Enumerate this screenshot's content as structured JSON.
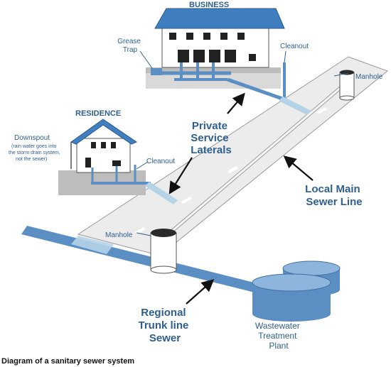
{
  "labels": {
    "business": "BUSINESS",
    "residence": "RESIDENCE",
    "grease_trap": [
      "Grease",
      "Trap"
    ],
    "cleanout_business": "Cleanout",
    "cleanout_residence": "Cleanout",
    "manhole_top": "Manhole",
    "manhole_bottom": "Manhole",
    "downspout": "Downspout",
    "downspout_note": [
      "(rain water goes into",
      "the storm drain system,",
      "not the sewer)"
    ],
    "private_service_laterals": [
      "Private",
      "Service",
      "Laterals"
    ],
    "local_main_sewer_line": [
      "Local Main",
      "Sewer Line"
    ],
    "regional_trunk_line_sewer": [
      "Regional",
      "Trunk line",
      "Sewer"
    ],
    "wastewater_treatment_plant": [
      "Wastewater",
      "Treatment",
      "Plant"
    ]
  },
  "caption": "Diagram of a sanitary sewer system",
  "colors": {
    "pipe_blue": "#5b8fc4",
    "pipe_light": "#b5d3e7",
    "roof_blue": "#3f7fbf",
    "label_blue": "#2f5f8f",
    "road_gray": "#ececec",
    "ground_gray": "#bdbdbd"
  }
}
